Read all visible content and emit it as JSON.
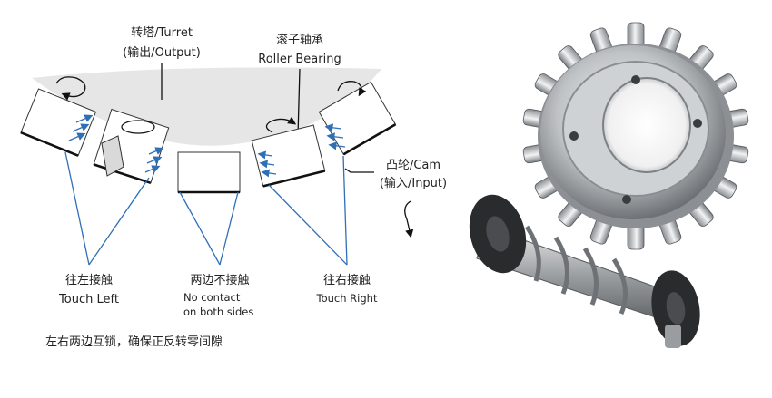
{
  "labels": {
    "turret_cn": "转塔/Turret",
    "turret_en": "(输出/Output)",
    "bearing_cn": "滚子轴承",
    "bearing_en": "Roller Bearing",
    "cam_cn": "凸轮/Cam",
    "cam_en": "(输入/Input)",
    "touch_left_cn": "往左接触",
    "touch_left_en": "Touch Left",
    "no_contact_cn": "两边不接触",
    "no_contact_en1": "No contact",
    "no_contact_en2": "on both sides",
    "touch_right_cn": "往右接触",
    "touch_right_en": "Touch Right",
    "caption": "左右两边互锁，确保正反转零间隙"
  },
  "colors": {
    "contact_line": "#2f6fb6",
    "turret_shade": "#e6e6e6",
    "metal_light": "#d8dadc",
    "metal_dark": "#5d6063",
    "rubber": "#2a2b2d"
  }
}
